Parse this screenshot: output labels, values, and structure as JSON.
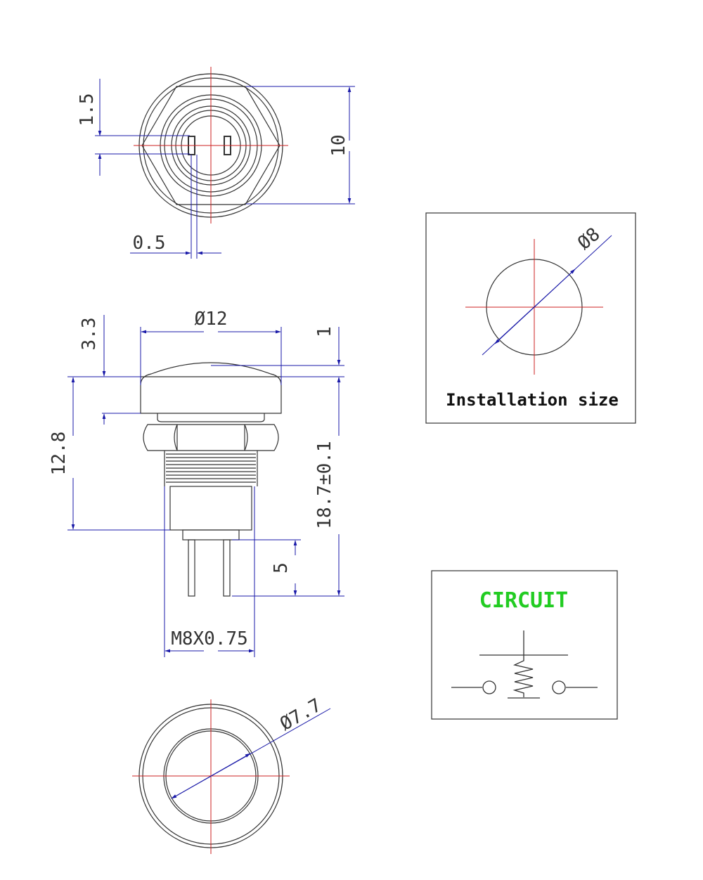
{
  "colors": {
    "outline": "#333333",
    "centerline": "#cc2222",
    "dimension": "#1a1aa8",
    "circuit_title": "#22cc22",
    "box": "#333333"
  },
  "top_view": {
    "dim_terminal_gap": "1.5",
    "dim_hex_size": "10",
    "dim_terminal_width": "0.5"
  },
  "side_view": {
    "dim_head_diameter": "Ø12",
    "dim_head_height": "3.3",
    "dim_cap": "1",
    "dim_body_length": "12.8",
    "dim_total_length": "18.7±0.1",
    "dim_pin_length": "5",
    "dim_thread": "M8X0.75"
  },
  "bottom_view": {
    "dim_button_diameter": "Ø7.7"
  },
  "installation_box": {
    "dim_hole_diameter": "Ø8",
    "caption": "Installation size"
  },
  "circuit_box": {
    "title": "CIRCUIT"
  }
}
